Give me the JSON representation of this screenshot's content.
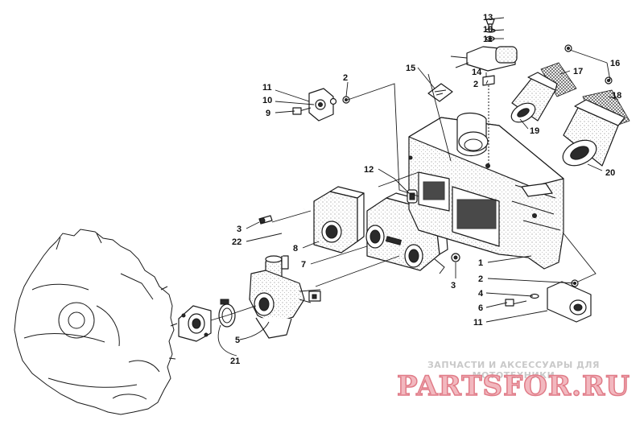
{
  "callouts": {
    "c1": "1",
    "c2a": "2",
    "c2b": "2",
    "c2c": "2",
    "c3a": "3",
    "c3b": "3",
    "c4": "4",
    "c5": "5",
    "c6": "6",
    "c7": "7",
    "c8": "8",
    "c9": "9",
    "c10a": "10",
    "c10b": "10",
    "c11a": "11",
    "c11b": "11",
    "c11c": "11",
    "c12": "12",
    "c13": "13",
    "c14": "14",
    "c15": "15",
    "c16": "16",
    "c17": "17",
    "c18": "18",
    "c19": "19",
    "c20": "20",
    "c21": "21",
    "c22": "22"
  },
  "watermark": {
    "tagline": "ЗАПЧАСТИ И АКСЕССУАРЫ ДЛЯ МОТОТЕХНИКИ",
    "brand": "PARTSFOR.RU"
  }
}
